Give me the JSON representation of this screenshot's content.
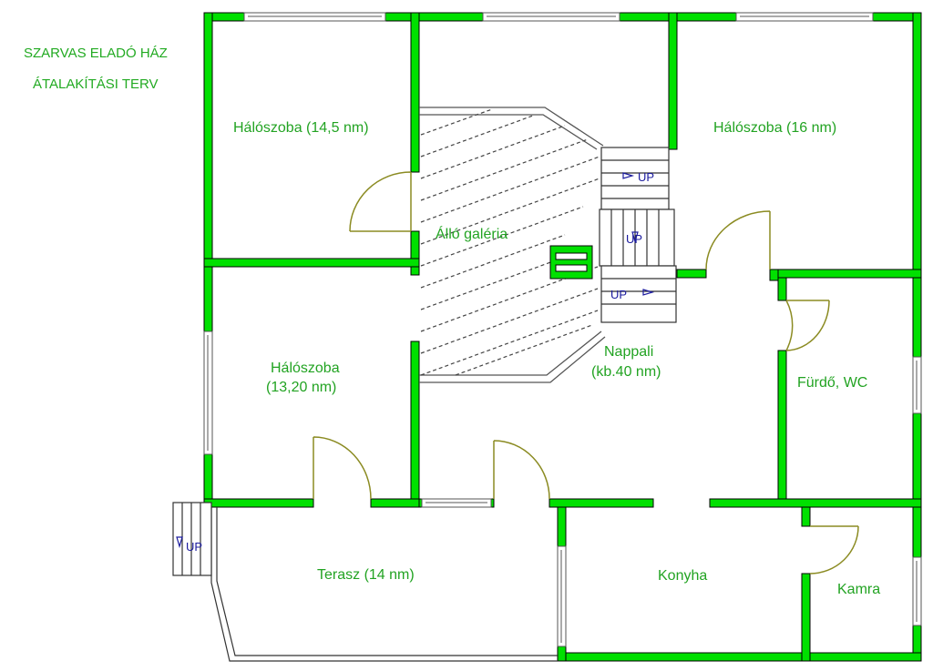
{
  "header": {
    "line1": "SZARVAS ELADÓ HÁZ",
    "line2": "ÁTALAKÍTÁSI TERV"
  },
  "rooms": {
    "bedroom1": "Hálószoba (14,5 nm)",
    "bedroom2": "Hálószoba (16 nm)",
    "gallery": "Álló galéria",
    "bedroom3_l1": "Hálószoba",
    "bedroom3_l2": "(13,20 nm)",
    "living_l1": "Nappali",
    "living_l2": "(kb.40 nm)",
    "bath": "Fürdő, WC",
    "terrace": "Terasz (14 nm)",
    "kitchen": "Konyha",
    "pantry": "Kamra"
  },
  "stairs": {
    "up": "UP"
  },
  "colors": {
    "wall": "#00e000",
    "label": "#22a322",
    "door": "#8b8b22",
    "up_text": "#1b1b9e"
  }
}
